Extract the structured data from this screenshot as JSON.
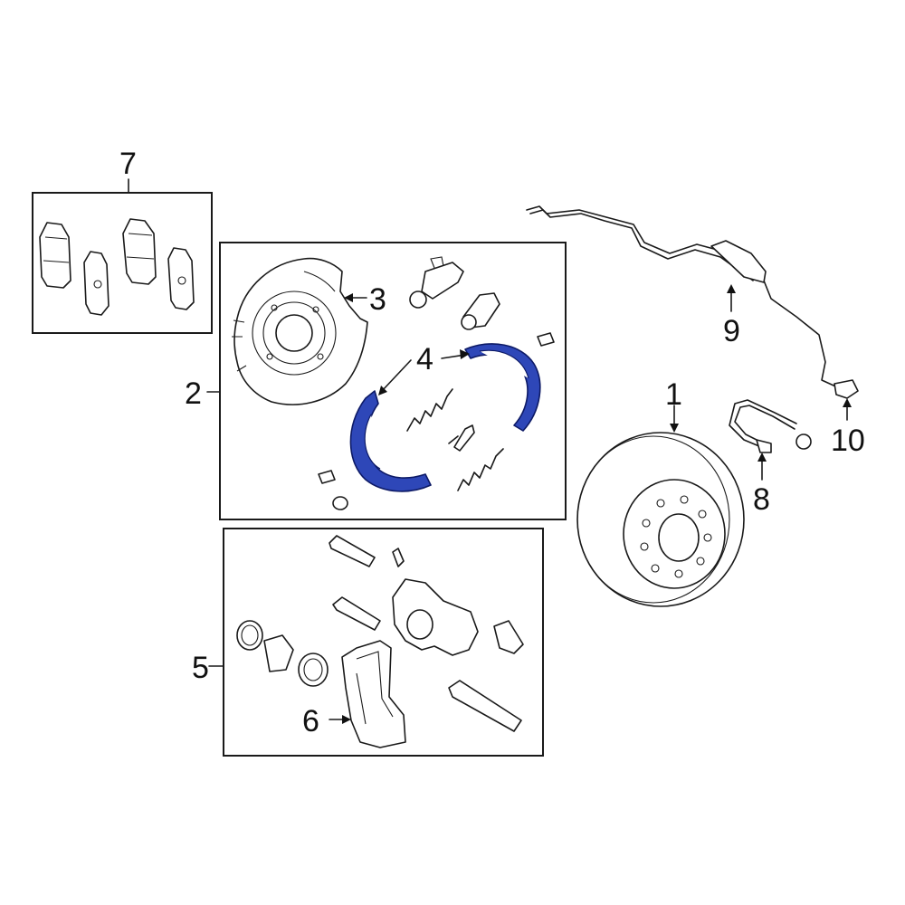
{
  "colors": {
    "highlight": "#2e47b8",
    "line": "#1a1a1a",
    "background": "#ffffff"
  },
  "callouts": {
    "c1": "1",
    "c2": "2",
    "c3": "3",
    "c4": "4",
    "c5": "5",
    "c6": "6",
    "c7": "7",
    "c8": "8",
    "c9": "9",
    "c10": "10"
  }
}
